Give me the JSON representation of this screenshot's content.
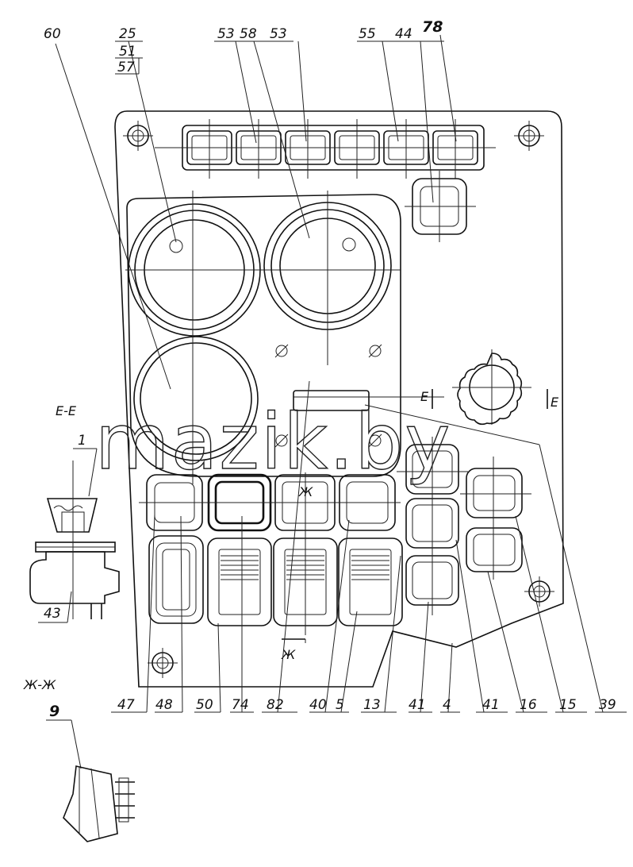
{
  "watermark": "mazik.by",
  "section_labels": {
    "ee": "Е-Е",
    "zhzh": "Ж-Ж",
    "mark_e_left": "Е",
    "mark_e_right": "Е",
    "mark_zh_top": "Ж",
    "mark_zh_bottom": "Ж"
  },
  "callouts_top": [
    "60",
    "25",
    "51",
    "57",
    "53",
    "58",
    "53",
    "55",
    "44",
    "78"
  ],
  "callouts_bottom": [
    "47",
    "48",
    "50",
    "74",
    "82",
    "40",
    "5",
    "13",
    "41",
    "4",
    "41",
    "16",
    "15",
    "39"
  ],
  "callouts_side": [
    "1",
    "43",
    "9"
  ]
}
